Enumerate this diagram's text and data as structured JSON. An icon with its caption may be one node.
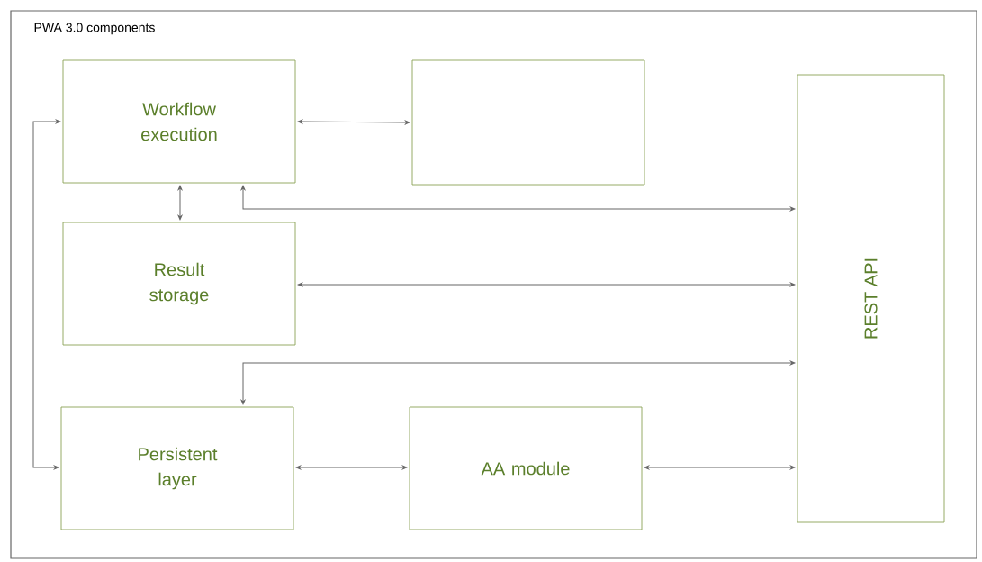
{
  "diagram": {
    "nodes": [
      {
        "text": [
          "PWA 3.0 components"
        ]
      },
      {
        "text": [
          "Workflow execution"
        ],
        "in": 0
      },
      {
        "text": [],
        "shape": "box",
        "in": 0
      },
      {
        "text": [
          "Result storage"
        ],
        "in": 0
      },
      {
        "text": [
          "Persistent layer"
        ],
        "in": 0
      },
      {
        "text": [
          "AA module"
        ],
        "in": 0
      },
      {
        "text": [
          "REST API"
        ],
        "in": 0
      }
    ],
    "edges": [
      {
        "from": 1,
        "to": 2,
        "arrow": "both"
      },
      {
        "from": 1,
        "to": 3,
        "arrow": "both"
      },
      {
        "from": 1,
        "to": 6,
        "arrow": "both"
      },
      {
        "from": 3,
        "to": 6,
        "arrow": "both"
      },
      {
        "from": 4,
        "to": 6,
        "arrow": "both"
      },
      {
        "from": 1,
        "to": 4,
        "arrow": "both"
      },
      {
        "from": 4,
        "to": 5,
        "arrow": "both"
      },
      {
        "from": 5,
        "to": 6,
        "arrow": "both"
      }
    ]
  }
}
